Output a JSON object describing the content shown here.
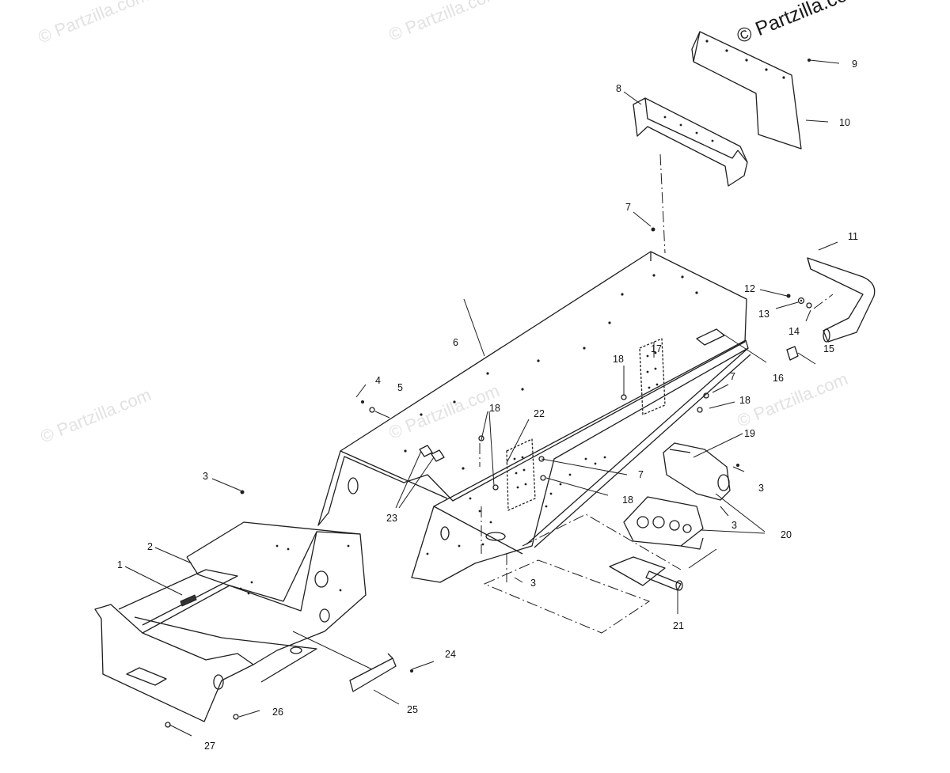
{
  "watermarks": {
    "site": "© Partzilla.com",
    "site_corner": "© Partzilla.com"
  },
  "callouts": [
    {
      "id": "c1",
      "label": "1"
    },
    {
      "id": "c2",
      "label": "2"
    },
    {
      "id": "c3a",
      "label": "3"
    },
    {
      "id": "c3b",
      "label": "3"
    },
    {
      "id": "c3c",
      "label": "3"
    },
    {
      "id": "c3d",
      "label": "3"
    },
    {
      "id": "c4",
      "label": "4"
    },
    {
      "id": "c5",
      "label": "5"
    },
    {
      "id": "c6",
      "label": "6"
    },
    {
      "id": "c7a",
      "label": "7"
    },
    {
      "id": "c7b",
      "label": "7"
    },
    {
      "id": "c7c",
      "label": "7"
    },
    {
      "id": "c8",
      "label": "8"
    },
    {
      "id": "c9",
      "label": "9"
    },
    {
      "id": "c10",
      "label": "10"
    },
    {
      "id": "c11",
      "label": "11"
    },
    {
      "id": "c12",
      "label": "12"
    },
    {
      "id": "c13",
      "label": "13"
    },
    {
      "id": "c14",
      "label": "14"
    },
    {
      "id": "c15",
      "label": "15"
    },
    {
      "id": "c16",
      "label": "16"
    },
    {
      "id": "c17",
      "label": "17"
    },
    {
      "id": "c18a",
      "label": "18"
    },
    {
      "id": "c18b",
      "label": "18"
    },
    {
      "id": "c18c",
      "label": "18"
    },
    {
      "id": "c18d",
      "label": "18"
    },
    {
      "id": "c19",
      "label": "19"
    },
    {
      "id": "c20",
      "label": "20"
    },
    {
      "id": "c21",
      "label": "21"
    },
    {
      "id": "c22",
      "label": "22"
    },
    {
      "id": "c23",
      "label": "23"
    },
    {
      "id": "c24",
      "label": "24"
    },
    {
      "id": "c25",
      "label": "25"
    },
    {
      "id": "c26",
      "label": "26"
    },
    {
      "id": "c27",
      "label": "27"
    }
  ]
}
